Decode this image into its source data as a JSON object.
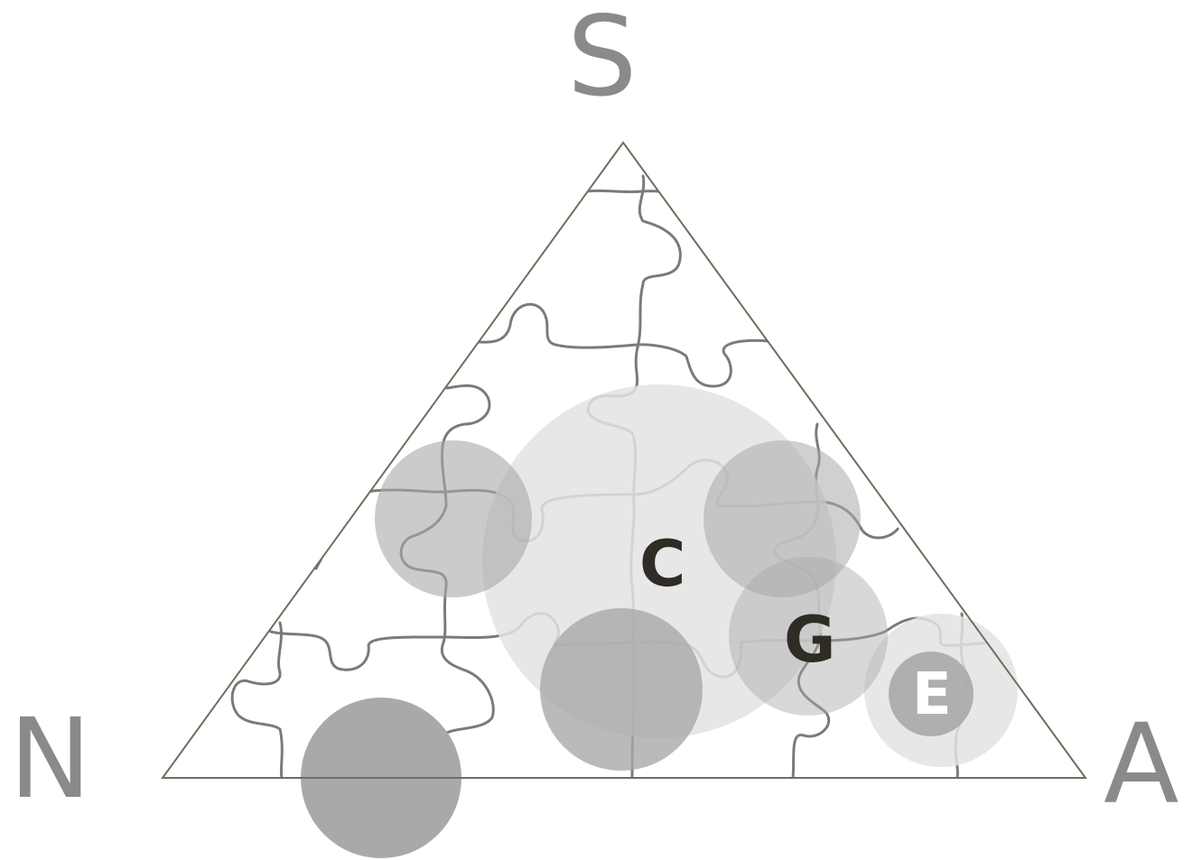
{
  "vertices": {
    "top": "S",
    "bottom_left": "N",
    "bottom_right": "A"
  },
  "points": {
    "c": "C",
    "g": "G",
    "e": "E"
  },
  "colors": {
    "vertex_label": "#8a8a8a",
    "point_label_dark": "#2e2c25",
    "point_label_light": "#ffffff",
    "triangle_outline": "#6f6f5f",
    "puzzle_lines": "#7a7a7a",
    "circle_light": "#e3e3e3",
    "circle_medium": "#c4c4c4",
    "circle_dark": "#a9a9a9"
  }
}
